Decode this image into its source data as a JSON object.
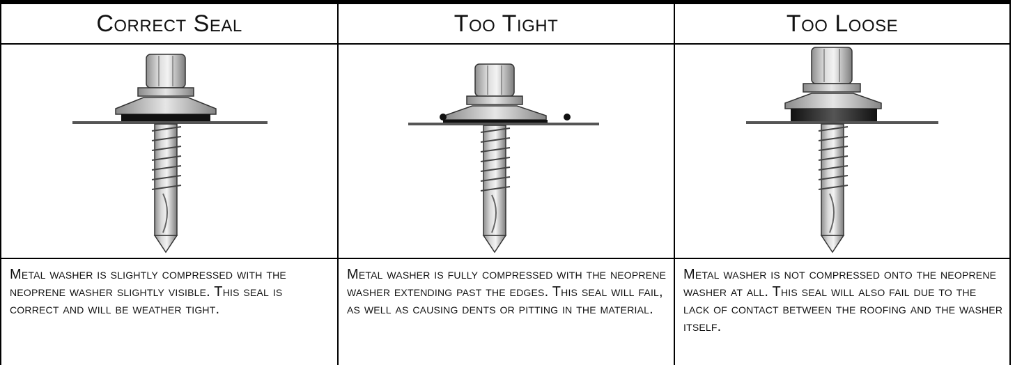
{
  "columns": [
    {
      "title": "Correct Seal",
      "description": "Metal washer is slightly compressed with the neoprene washer slightly visible. This seal is correct and will be weather tight.",
      "state": "correct"
    },
    {
      "title": "Too Tight",
      "description": "Metal washer is fully compressed with the neoprene washer extending past the edges. This seal will fail, as well as causing dents or pitting in the material.",
      "state": "too-tight"
    },
    {
      "title": "Too Loose",
      "description": "Metal washer is not compressed onto the neoprene washer at all. This seal will also fail due to the lack of contact between the roofing and the washer itself.",
      "state": "too-loose"
    }
  ]
}
